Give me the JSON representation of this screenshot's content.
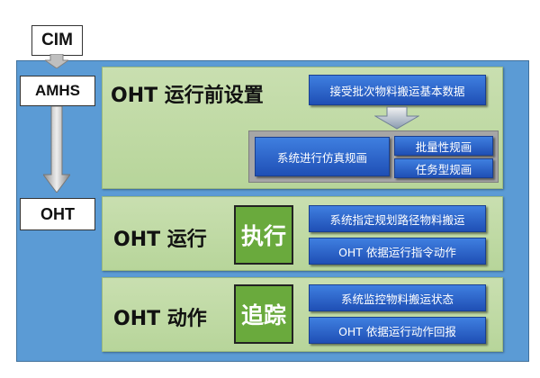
{
  "top_node": "CIM",
  "left_nodes": [
    "AMHS",
    "OHT"
  ],
  "sections": [
    {
      "title": "OHT 运行前设置",
      "top_step": "接受批次物料搬运基本数据",
      "group_main": "系统进行仿真规画",
      "group_items": [
        "批量性规画",
        "任务型规画"
      ]
    },
    {
      "title": "OHT 运行",
      "tag": "执行",
      "steps": [
        "系统指定规划路径物料搬运",
        "OHT 依据运行指令动作"
      ]
    },
    {
      "title": "OHT 动作",
      "tag": "追踪",
      "steps": [
        "系统监控物料搬运状态",
        "OHT 依据运行动作回报"
      ]
    }
  ]
}
